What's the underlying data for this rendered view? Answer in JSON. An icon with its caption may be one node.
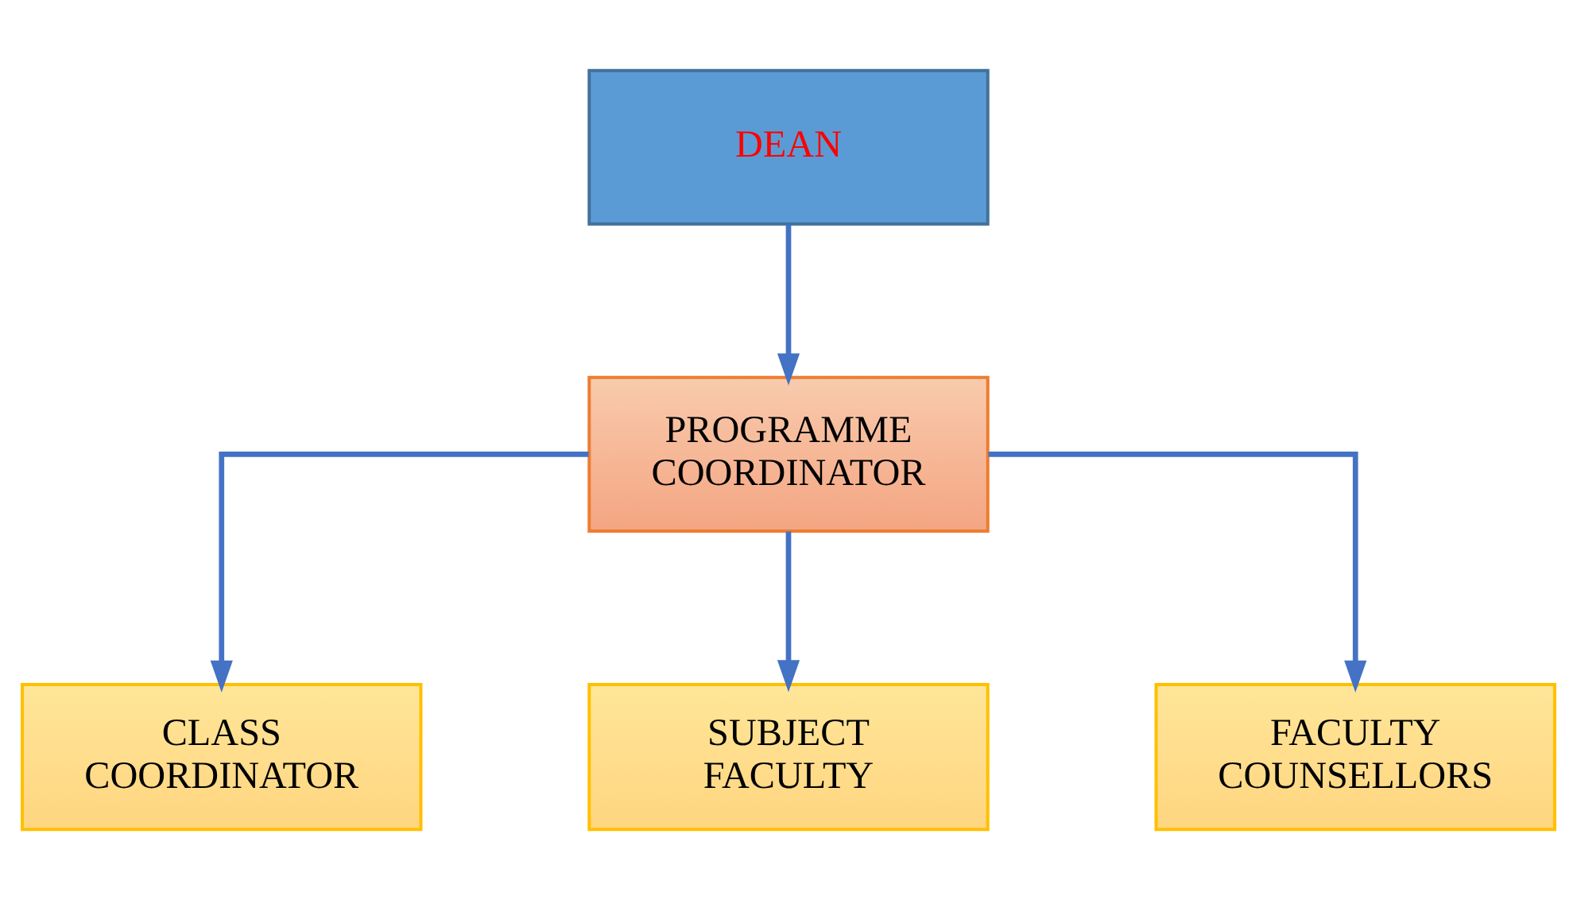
{
  "diagram": {
    "nodes": [
      {
        "text": [
          "DEAN"
        ]
      },
      {
        "text": [
          "PROGRAMME COORDINATOR"
        ]
      },
      {
        "text": [
          "CLASS COORDINATOR"
        ]
      },
      {
        "text": [
          "SUBJECT FACULTY"
        ]
      },
      {
        "text": [
          "FACULTY COUNSELLORS"
        ]
      }
    ],
    "edges": [
      {
        "from": 0,
        "to": 1,
        "arrow": "to"
      },
      {
        "from": 1,
        "to": 2,
        "arrow": "to"
      },
      {
        "from": 1,
        "to": 3,
        "arrow": "to"
      },
      {
        "from": 1,
        "to": 4,
        "arrow": "to"
      }
    ]
  }
}
